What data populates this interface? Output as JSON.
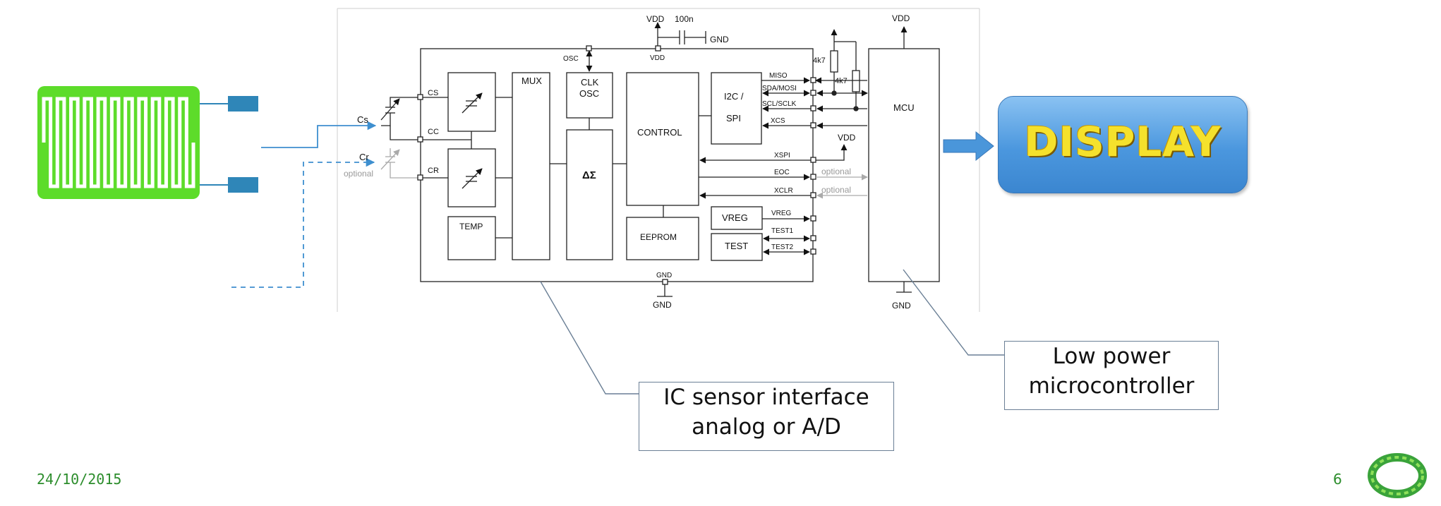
{
  "ic": {
    "pins_left": [
      "CS",
      "CC",
      "CR"
    ],
    "cs_label": "Cs",
    "cr_label": "Cr",
    "optional_left": "optional",
    "mux": "MUX",
    "temp": "TEMP",
    "clk_line1": "CLK",
    "clk_line2": "OSC",
    "delta_sigma": "ΔΣ",
    "control": "CONTROL",
    "eeprom": "EEPROM",
    "i2c_line1": "I2C /",
    "i2c_line2": "SPI",
    "vreg": "VREG",
    "test": "TEST",
    "osc_pin": "OSC",
    "vdd_pin": "VDD",
    "gnd_pin": "GND",
    "signals": [
      "MISO",
      "SDA/MOSI",
      "SCL/SCLK",
      "XCS",
      "XSPI",
      "EOC",
      "XCLR",
      "VREG",
      "TEST1",
      "TEST2"
    ],
    "optional_right": [
      "optional",
      "optional"
    ]
  },
  "power": {
    "vdd_top": "VDD",
    "cap": "100n",
    "gnd_cap": "GND",
    "gnd_bottom": "GND",
    "vdd_xspi": "VDD",
    "vdd_mcu": "VDD",
    "gnd_mcu": "GND",
    "r1": "4k7",
    "r2": "4k7"
  },
  "mcu": {
    "label": "MCU"
  },
  "display": {
    "label": "DISPLAY"
  },
  "callouts": {
    "ic_line1": "IC sensor interface",
    "ic_line2": "analog or A/D",
    "mcu_line1": "Low power",
    "mcu_line2": "microcontroller"
  },
  "footer": {
    "date": "24/10/2015",
    "page": "6"
  },
  "colors": {
    "sensor_green": "#5ddc2a",
    "connector_blue": "#2f86b8",
    "arrow_blue": "#4a96da",
    "footer_green": "#2c8d2c",
    "display_text": "#f5e12c"
  }
}
